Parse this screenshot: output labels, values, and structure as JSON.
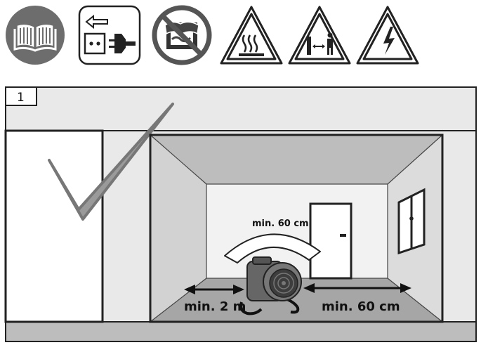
{
  "icons": [
    {
      "name": "read-manual-icon"
    },
    {
      "name": "unplug-before-service-icon"
    },
    {
      "name": "do-not-cover-icon"
    },
    {
      "name": "hot-surface-warning-icon"
    },
    {
      "name": "keep-distance-warning-icon"
    },
    {
      "name": "electric-shock-warning-icon"
    }
  ],
  "figure": {
    "number": "1",
    "labels": {
      "top_clearance": "min. 60 cm",
      "front_clearance": "min. 2 m",
      "side_clearance": "min. 60 cm"
    }
  }
}
